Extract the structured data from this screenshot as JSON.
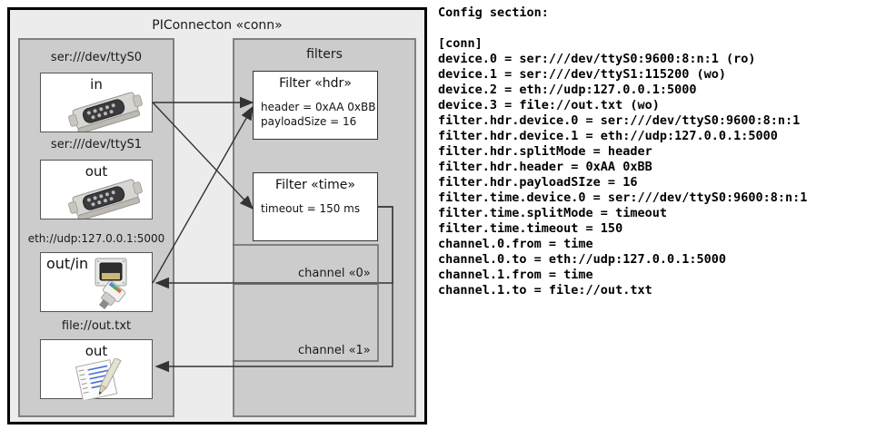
{
  "diagram": {
    "title": "PIConnecton «conn»",
    "devices_panel": {
      "items": [
        {
          "label": "ser:///dev/ttyS0",
          "direction": "in",
          "icon": "serial-db9-icon"
        },
        {
          "label": "ser:///dev/ttyS1",
          "direction": "out",
          "icon": "serial-db9-icon"
        },
        {
          "label": "eth://udp:127.0.0.1:5000",
          "direction": "out/in",
          "icon": "ethernet-rj45-icon"
        },
        {
          "label": "file://out.txt",
          "direction": "out",
          "icon": "text-file-pencil-icon"
        }
      ]
    },
    "filters_panel": {
      "title": "filters",
      "filters": [
        {
          "title": "Filter «hdr»",
          "props": [
            "header = 0xAA 0xBB",
            "payloadSize = 16"
          ]
        },
        {
          "title": "Filter «time»",
          "props": [
            "timeout = 150 ms"
          ]
        }
      ],
      "channels": [
        {
          "label": "channel «0»"
        },
        {
          "label": "channel «1»"
        }
      ]
    },
    "colors": {
      "outer_bg": "#ececec",
      "panel_bg": "#cccccc",
      "box_bg": "#ffffff",
      "outer_border": "#000000",
      "panel_border": "#808080",
      "line": "#333333"
    }
  },
  "config": {
    "heading": "Config section:",
    "lines": [
      "[conn]",
      "device.0 = ser:///dev/ttyS0:9600:8:n:1 (ro)",
      "device.1 = ser:///dev/ttyS1:115200 (wo)",
      "device.2 = eth://udp:127.0.0.1:5000",
      "device.3 = file://out.txt (wo)",
      "filter.hdr.device.0 = ser:///dev/ttyS0:9600:8:n:1",
      "filter.hdr.device.1 = eth://udp:127.0.0.1:5000",
      "filter.hdr.splitMode = header",
      "filter.hdr.header = 0xAA 0xBB",
      "filter.hdr.payloadSIze = 16",
      "filter.time.device.0 = ser:///dev/ttyS0:9600:8:n:1",
      "filter.time.splitMode = timeout",
      "filter.time.timeout = 150",
      "channel.0.from = time",
      "channel.0.to = eth://udp:127.0.0.1:5000",
      "channel.1.from = time",
      "channel.1.to = file://out.txt"
    ]
  }
}
